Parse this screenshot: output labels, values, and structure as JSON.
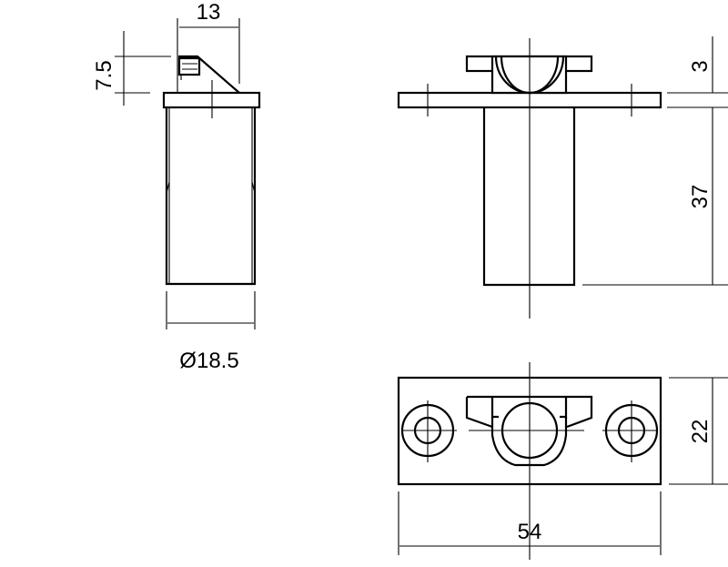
{
  "dimensions": {
    "latch_width": "13",
    "latch_height": "7.5",
    "body_diameter": "Ø18.5",
    "flange_thickness": "3",
    "body_length": "37",
    "plate_height": "22",
    "plate_width": "54"
  },
  "colors": {
    "line": "#000000",
    "background": "#ffffff"
  }
}
